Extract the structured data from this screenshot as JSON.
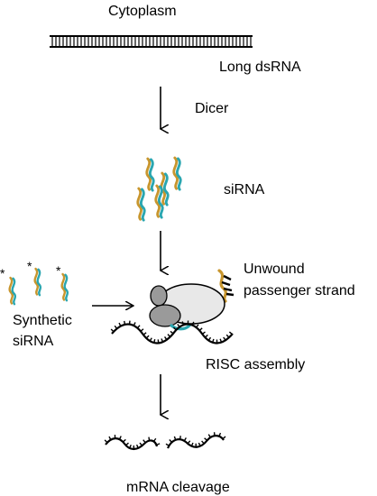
{
  "labels": {
    "cytoplasm": "Cytoplasm",
    "long_dsrna": "Long dsRNA",
    "dicer": "Dicer",
    "sirna": "siRNA",
    "unwound_line1": "Unwound",
    "unwound_line2": "passenger strand",
    "synthetic_line1": "Synthetic",
    "synthetic_line2": "siRNA",
    "risc_assembly": "RISC assembly",
    "mrna_cleavage": "mRNA cleavage"
  },
  "colors": {
    "strand_orange": "#c8962e",
    "strand_teal": "#2aa6b0",
    "protein_light": "#e8e8e8",
    "protein_dark": "#9a9a9a",
    "ink": "#000000"
  }
}
